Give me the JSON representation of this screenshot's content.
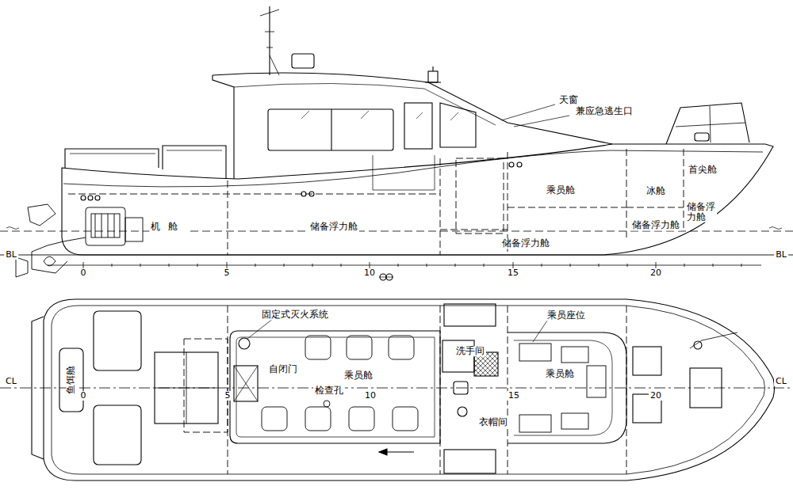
{
  "diagram": {
    "labels": [
      "天窗",
      "兼应急逃生口",
      "首尖舱",
      "乘员舱",
      "冰舱",
      "储备浮力舱",
      "机舱",
      "储备浮力舱",
      "储备浮力舱",
      "储备浮力舱",
      "BL",
      "BL",
      "0",
      "5",
      "10",
      "15",
      "20",
      "固定式灭火系统",
      "乘员座位",
      "CL",
      "CL",
      "自闭门",
      "乘员舱",
      "检查孔",
      "洗手间",
      "乘员舱",
      "衣帽间",
      "鱼饵舱",
      "0",
      "5",
      "10",
      "15",
      "20"
    ]
  }
}
